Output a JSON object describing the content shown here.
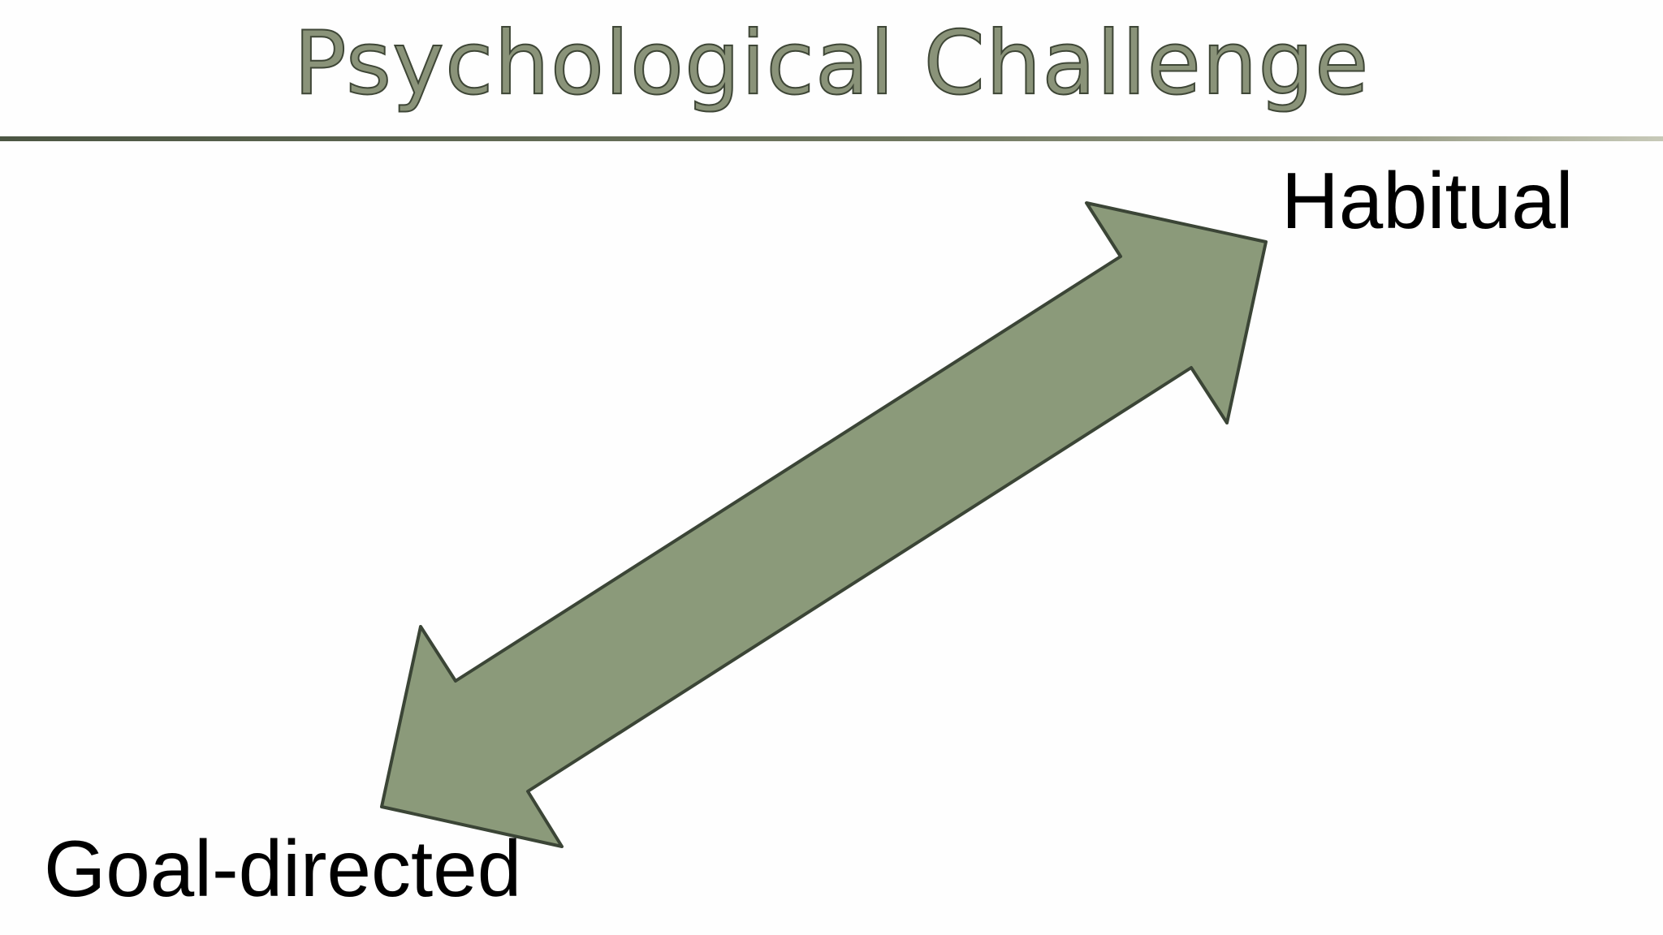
{
  "slide": {
    "title": "Psychological Challenge",
    "labels": {
      "top_right": "Habitual",
      "bottom_left": "Goal-directed"
    },
    "colors": {
      "arrow_fill": "#8b9a7a",
      "arrow_stroke": "#3b4536",
      "title_fill": "#8a9379",
      "title_stroke": "#3e4636",
      "divider": "#4c5643"
    },
    "arrow": {
      "shape": "double-headed-arrow",
      "direction": "diagonal"
    }
  }
}
